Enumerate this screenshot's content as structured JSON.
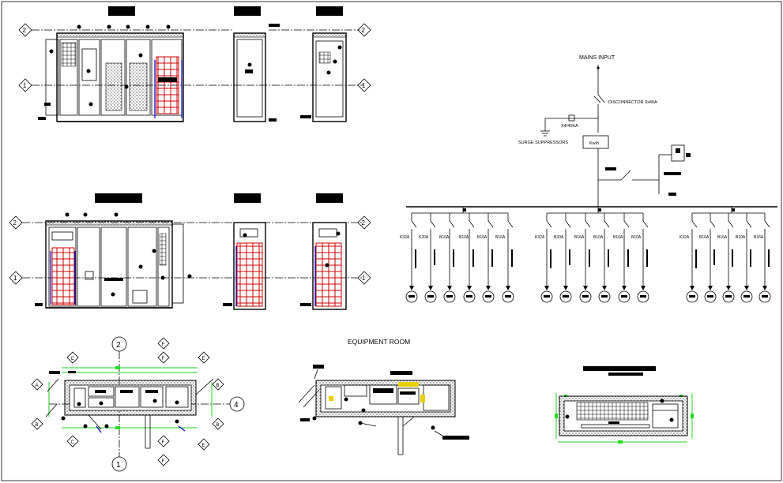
{
  "drawing": {
    "main_label": "MAINS INPUT",
    "disconnector_label": "DISCONNECTOR 3x40A",
    "surge_rating": "X4/40KA",
    "surge_label": "SURGE SUPPRESSORS",
    "kwh_label": "Kw/h",
    "room_title": "EQUIPMENT ROOM"
  },
  "breaker_groups": [
    {
      "breakers": [
        "K32A",
        "K20A",
        "B16A",
        "B10A",
        "B16A",
        "B16A"
      ]
    },
    {
      "breakers": [
        "K32A",
        "B20A",
        "B16A",
        "B10A",
        "B16A",
        "B10A"
      ]
    },
    {
      "breakers": [
        "K32A",
        "B16A",
        "B16A",
        "B10A",
        "B16A"
      ]
    }
  ],
  "grid_bubbles": {
    "row_upper": "2",
    "row_lower": "1",
    "plan_top": "2",
    "plan_bottom": "1",
    "plan_right": "4",
    "plan_a": "A",
    "plan_b": "B",
    "plan_c": "C",
    "plan_e": "E",
    "plan_f": "F"
  },
  "colors": {
    "line": "#000000",
    "cabinet_grid": "#d00000",
    "accent": "#0000cc",
    "dimension": "#22cc22"
  }
}
